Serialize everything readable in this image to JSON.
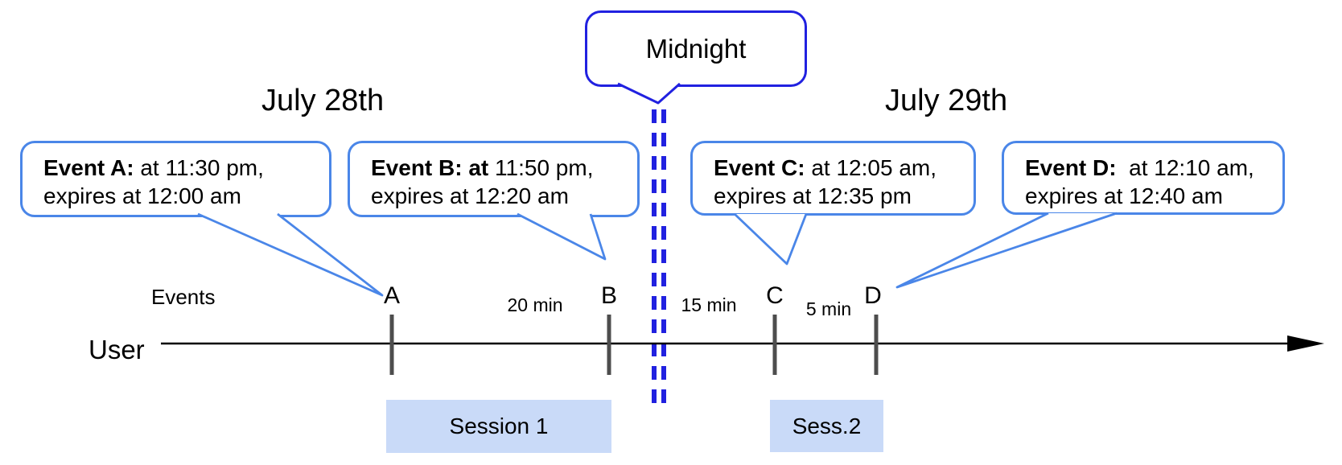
{
  "dates": {
    "left_label": "July 28th",
    "right_label": "July 29th"
  },
  "midnight_callout": {
    "label": "Midnight"
  },
  "event_callouts": [
    {
      "id": "A",
      "bold": "Event A:",
      "rest": " at 11:30 pm,",
      "line2": "expires at 12:00 am"
    },
    {
      "id": "B",
      "bold": "Event B: at",
      "rest": " 11:50 pm,",
      "line2": "expires at 12:20 am"
    },
    {
      "id": "C",
      "bold": "Event C:",
      "rest": " at 12:05 am,",
      "line2": "expires at 12:35 pm"
    },
    {
      "id": "D",
      "bold": "Event D:",
      "rest": "  at 12:10 am,",
      "line2": "expires at 12:40 am"
    }
  ],
  "timeline": {
    "events_row_label": "Events",
    "user_row_label": "User",
    "tick_labels": [
      "A",
      "B",
      "C",
      "D"
    ],
    "interval_labels": [
      "20 min",
      "15 min",
      "5 min"
    ]
  },
  "sessions": [
    {
      "label": "Session 1"
    },
    {
      "label": "Sess.2"
    }
  ],
  "colors": {
    "callout_border": "#4a86e8",
    "midnight_blue": "#2121e0",
    "session_fill": "#c9daf8",
    "tick_gray": "#4d4d4d"
  }
}
